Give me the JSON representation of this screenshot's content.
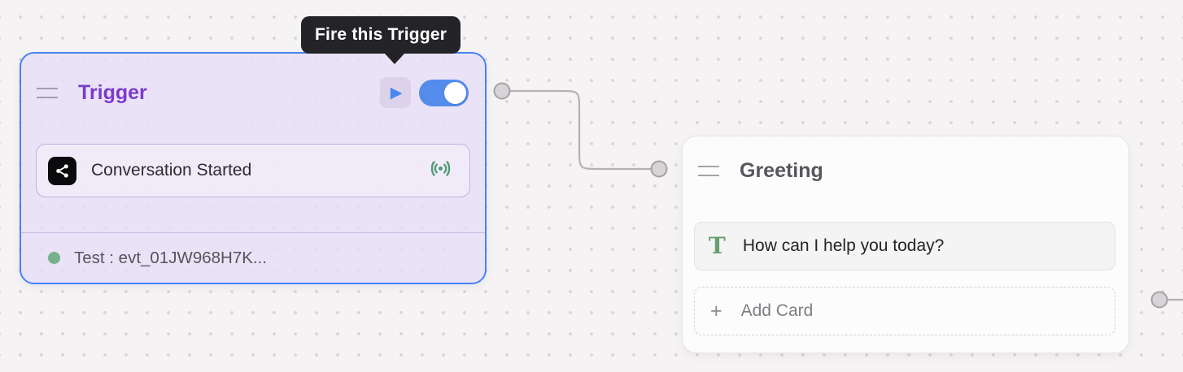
{
  "canvas": {
    "background_color": "#f5f3f4",
    "dot_color": "#dcd8da"
  },
  "tooltip": {
    "label": "Fire this Trigger",
    "bg_color": "#242428",
    "text_color": "#ffffff"
  },
  "trigger_node": {
    "title": "Trigger",
    "title_color": "#7b3bcc",
    "border_color": "#4584f4",
    "background_color": "#e9e1f5",
    "play_button": {
      "glyph": "▶",
      "color": "#4687f2"
    },
    "toggle": {
      "state": "on",
      "color": "#548ceb"
    },
    "card": {
      "label": "Conversation Started",
      "icon": "share-icon",
      "status_icon": "radio-icon",
      "status_icon_color": "#4f9b72"
    },
    "footer": {
      "status_dot_color": "#74b18c",
      "label": "Test : evt_01JW968H7K..."
    }
  },
  "greeting_node": {
    "title": "Greeting",
    "title_color": "#56565c",
    "cards": [
      {
        "type": "text",
        "glyph": "T",
        "glyph_color": "#639f70",
        "label": "How can I help you today?"
      }
    ],
    "add_card": {
      "glyph": "+",
      "label": "Add Card"
    }
  },
  "connectors": {
    "line_color": "#b4b1b4",
    "port_fill": "#d7d4d7",
    "port_stroke": "#a5a2a6"
  }
}
